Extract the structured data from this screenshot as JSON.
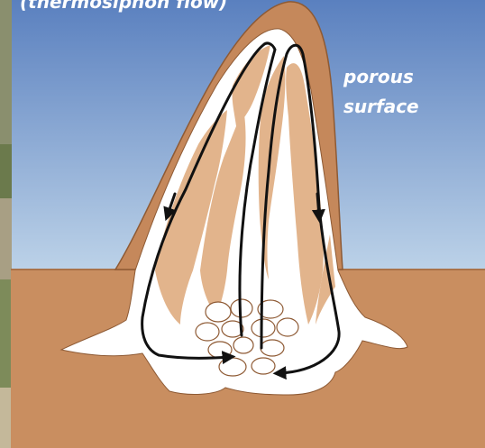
{
  "labels": {
    "flow_caption": "(thermosiphon flow)",
    "surface_line1": "porous",
    "surface_line2": "surface"
  },
  "colors": {
    "sky_top": "#5a80bf",
    "sky_bottom": "#bcd2e8",
    "ground": "#c98e60",
    "mound_wall": "#c5885b",
    "tunnels": "#ffffff",
    "tissue": "#e2b48c",
    "arrows": "#111111"
  },
  "icons": {
    "flow_arrows": "arrow-down-icon"
  }
}
